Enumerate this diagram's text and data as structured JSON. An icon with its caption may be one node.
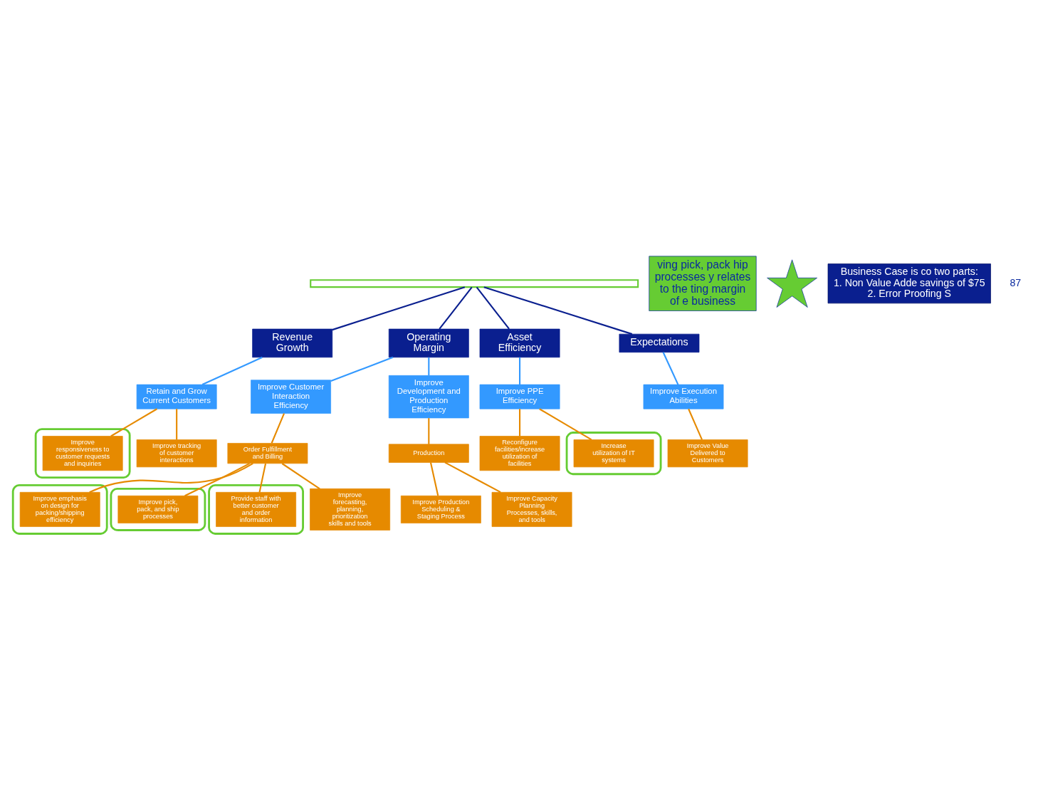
{
  "diagram": {
    "nodes": [
      {
        "text": [],
        "shape": "box"
      },
      {
        "text": [
          "Revenue Growth"
        ]
      },
      {
        "text": [
          "Operating Margin"
        ]
      },
      {
        "text": [
          "Asset Efficiency"
        ]
      },
      {
        "text": [
          "Expectations"
        ]
      },
      {
        "text": [
          "Retain and Grow Current Customers"
        ]
      },
      {
        "text": [
          "Improve Customer Interaction Efficiency"
        ]
      },
      {
        "text": [
          "Improve Development and Production Efficiency"
        ]
      },
      {
        "text": [
          "Improve PPE Efficiency"
        ]
      },
      {
        "text": [
          "Improve Execution Abilities"
        ]
      },
      {
        "text": [],
        "shape": "ellipse"
      },
      {
        "text": [
          "Improve responsiveness to customer requests and inquiries"
        ],
        "in": 10
      },
      {
        "text": [
          "Improve tracking of customer interactions"
        ]
      },
      {
        "text": [
          "Order Fulfillment and Billing"
        ]
      },
      {
        "text": [
          "Production"
        ]
      },
      {
        "text": [
          "Reconfigure facilities/increase utilization of facilities"
        ]
      },
      {
        "text": [],
        "shape": "ellipse"
      },
      {
        "text": [
          "Increase utilization of IT systems"
        ],
        "in": 16
      },
      {
        "text": [
          "Improve Value Delivered to Customers"
        ]
      },
      {
        "text": [],
        "shape": "ellipse"
      },
      {
        "text": [
          "Improve emphasis on design for packing/shipping efficiency"
        ],
        "in": 19
      },
      {
        "text": [],
        "shape": "ellipse"
      },
      {
        "text": [
          "Improve pick, pack, and ship processes"
        ],
        "in": 21
      },
      {
        "text": [],
        "shape": "ellipse"
      },
      {
        "text": [
          "Provide staff with better customer and order information"
        ],
        "in": 23
      },
      {
        "text": [
          "Improve forecasting, planning, prioritization skills and tools"
        ]
      },
      {
        "text": [
          "Improve Production Scheduling & Staging Process"
        ]
      },
      {
        "text": [
          "Improve Capacity Planning Processes, skills, and tools"
        ]
      },
      {
        "text": [
          "ving pick, pack hip processes y relates to the ting margin of e business"
        ]
      },
      {
        "text": [],
        "shape": "star"
      },
      {
        "text": [
          "Business Case is co two parts:",
          "1. Non Value Adde savings of $75",
          "2. Error Proofing S"
        ]
      }
    ],
    "edges": [
      {
        "from": 0,
        "to": 1,
        "arrow": "none",
        "color": "#0a1f8f"
      },
      {
        "from": 0,
        "to": 2,
        "arrow": "none",
        "color": "#0a1f8f"
      },
      {
        "from": 0,
        "to": 3,
        "arrow": "none",
        "color": "#0a1f8f"
      },
      {
        "from": 0,
        "to": 4,
        "arrow": "none",
        "color": "#0a1f8f"
      },
      {
        "from": 1,
        "to": 5,
        "arrow": "none",
        "color": "#3399ff"
      },
      {
        "from": 2,
        "to": 6,
        "arrow": "none",
        "color": "#3399ff"
      },
      {
        "from": 2,
        "to": 7,
        "arrow": "none",
        "color": "#3399ff"
      },
      {
        "from": 3,
        "to": 8,
        "arrow": "none",
        "color": "#3399ff"
      },
      {
        "from": 4,
        "to": 9,
        "arrow": "none",
        "color": "#3399ff"
      },
      {
        "from": 5,
        "to": 11,
        "arrow": "none"
      },
      {
        "from": 5,
        "to": 12,
        "arrow": "none"
      },
      {
        "from": 6,
        "to": 13,
        "arrow": "none"
      },
      {
        "from": 7,
        "to": 14,
        "arrow": "none"
      },
      {
        "from": 8,
        "to": 15,
        "arrow": "none"
      },
      {
        "from": 8,
        "to": 17,
        "arrow": "none"
      },
      {
        "from": 9,
        "to": 18,
        "arrow": "none"
      },
      {
        "from": 13,
        "to": 20,
        "arrow": "none"
      },
      {
        "from": 13,
        "to": 22,
        "arrow": "none"
      },
      {
        "from": 13,
        "to": 24,
        "arrow": "none"
      },
      {
        "from": 13,
        "to": 25,
        "arrow": "none"
      },
      {
        "from": 14,
        "to": 26,
        "arrow": "none"
      },
      {
        "from": 14,
        "to": 27,
        "arrow": "none"
      }
    ],
    "labels": [
      "87"
    ]
  }
}
